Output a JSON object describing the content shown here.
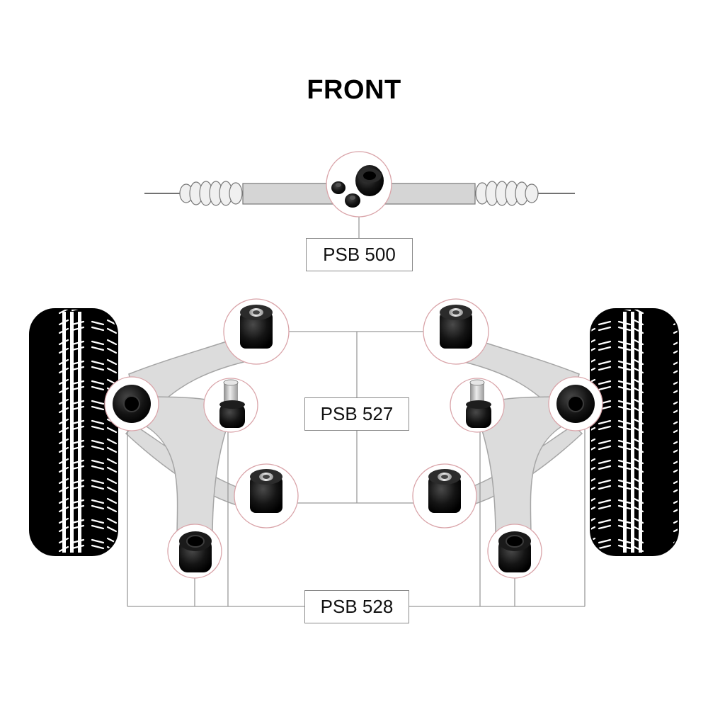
{
  "title": "FRONT",
  "labels": {
    "steering_rack": "PSB 500",
    "upper_arm": "PSB 527",
    "lower_arm": "PSB 528"
  },
  "colors": {
    "arm_fill": "#dcdcdc",
    "arm_stroke": "#a5a5a5",
    "callout_ring": "#d9a3a8",
    "bush": "#141414",
    "sleeve": "#c9c9c9",
    "leader": "#9a9a9a"
  },
  "icons": {
    "tyre": "tyre-icon",
    "bush": "bush-icon",
    "rack_boot": "gaiter-icon"
  }
}
